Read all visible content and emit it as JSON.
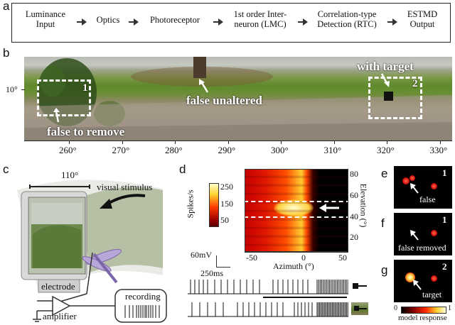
{
  "panel_labels": {
    "a": "a",
    "b": "b",
    "c": "c",
    "d": "d",
    "e": "e",
    "f": "f",
    "g": "g"
  },
  "pipeline": {
    "steps": [
      {
        "line1": "Luminance",
        "line2": "Input"
      },
      {
        "line1": "Optics",
        "line2": ""
      },
      {
        "line1": "Photoreceptor",
        "line2": ""
      },
      {
        "line1": "1st order Inter-",
        "line2": "neuron (LMC)"
      },
      {
        "line1": "Correlation-type",
        "line2": "Detection (RTC)"
      },
      {
        "line1": "ESTMD",
        "line2": "Output"
      }
    ]
  },
  "panorama": {
    "elevation_label": "10°",
    "azimuth_ticks": [
      "260°",
      "270°",
      "280°",
      "290°",
      "300°",
      "310°",
      "320°",
      "330°"
    ],
    "box1_number": "1",
    "box2_number": "2",
    "label_false_remove": "false to remove",
    "label_false_unaltered": "false unaltered",
    "label_with_target": "with target"
  },
  "setup": {
    "angle_label": "110°",
    "visual_stimulus": "visual stimulus",
    "electrode": "electrode",
    "amplifier": "amplifier",
    "recording": "recording"
  },
  "heatmap": {
    "cbar_label": "Spikes/s",
    "cbar_ticks": [
      "250",
      "150",
      "50"
    ],
    "xlabel": "Azimuth (°)",
    "x_ticks": [
      "-50",
      "0",
      "50"
    ],
    "ylabel": "Elevation (°)",
    "y_ticks": [
      "80",
      "60",
      "40",
      "20"
    ],
    "scale_v": "60mV",
    "scale_t": "250ms"
  },
  "model_panels": {
    "e_number": "1",
    "e_label": "false",
    "f_number": "1",
    "f_label": "false removed",
    "g_number": "2",
    "g_label": "target",
    "cbar_min": "0",
    "cbar_max": "1",
    "cbar_label": "model response"
  },
  "colors": {
    "heat_low": "#8b0000",
    "heat_mid": "#ff3b00",
    "heat_high": "#ffffb0"
  }
}
